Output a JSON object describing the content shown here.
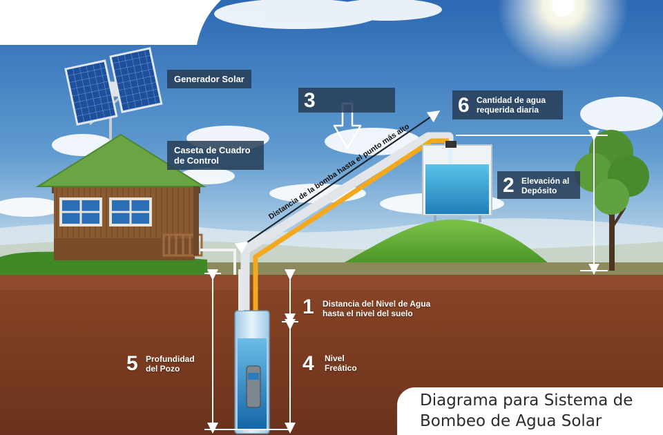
{
  "labels": {
    "solar_generator": "Generador Solar",
    "control_house": "Caseta de Cuadro de Control",
    "pipe_distance": "Distancia de la bomba hasta el punto más alto",
    "water_quantity": "Cantidad de agua requerida diaria",
    "tank_elevation": "Elevación al Depósito",
    "water_level_distance": "Distancia del Nivel de Agua hasta el nivel del suelo",
    "well_depth": "Profundidad del Pozo",
    "water_table": "Nivel Freático"
  },
  "numbers": {
    "n1": "1",
    "n2": "2",
    "n3": "3",
    "n4": "4",
    "n5": "5",
    "n6": "6"
  },
  "title": {
    "line1": "Diagrama para Sistema de",
    "line2": "Bombeo de Agua Solar"
  },
  "colors": {
    "sky_top": "#2f6fb8",
    "sky_bottom": "#cfe4f2",
    "soil": "#7a3b22",
    "grass": "#4f9a2c",
    "pipe_orange": "#f4a81d",
    "pipe_white": "#e6e9ec",
    "label_box": "#283e56",
    "roof": "#6aa544",
    "water": "#3aa6d6"
  },
  "icons": [
    "sun-icon",
    "solar-panel-icon",
    "house-icon",
    "tree-icon",
    "water-tank-icon",
    "pump-icon",
    "down-arrow-icon"
  ]
}
